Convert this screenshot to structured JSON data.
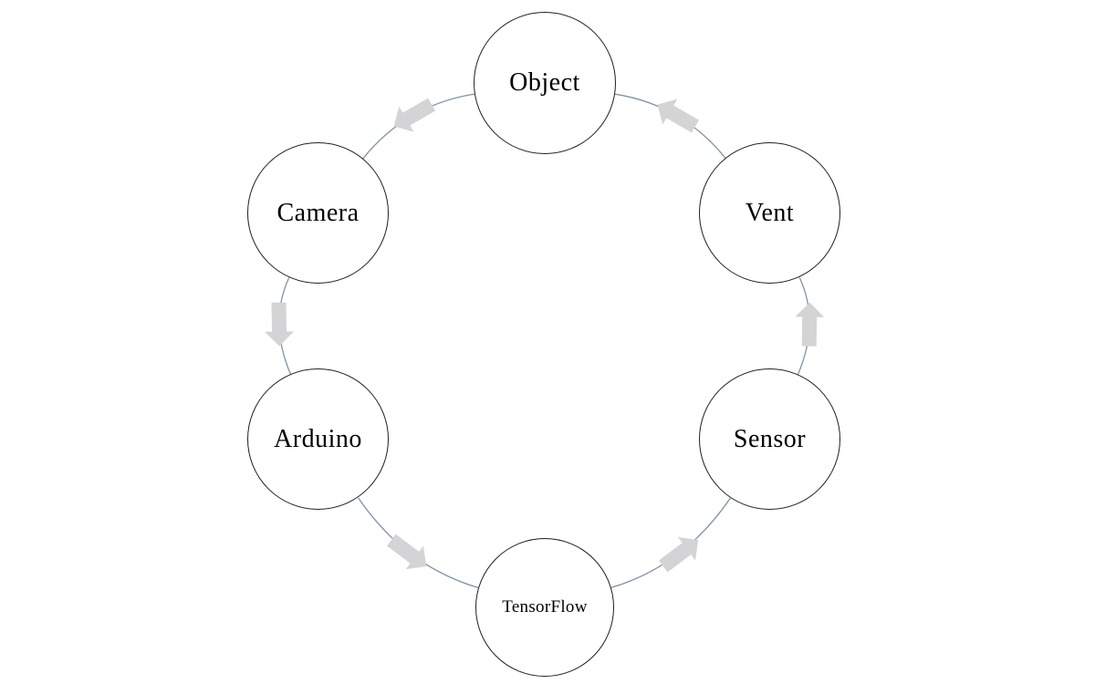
{
  "diagram": {
    "type": "cycle",
    "direction": "counterclockwise",
    "nodes": [
      {
        "id": "object",
        "label": "Object"
      },
      {
        "id": "camera",
        "label": "Camera"
      },
      {
        "id": "arduino",
        "label": "Arduino"
      },
      {
        "id": "tensorflow",
        "label": "TensorFlow"
      },
      {
        "id": "sensor",
        "label": "Sensor"
      },
      {
        "id": "vent",
        "label": "Vent"
      }
    ],
    "connections": [
      {
        "from": "Object",
        "to": "Camera"
      },
      {
        "from": "Camera",
        "to": "Arduino"
      },
      {
        "from": "Arduino",
        "to": "TensorFlow"
      },
      {
        "from": "TensorFlow",
        "to": "Sensor"
      },
      {
        "from": "Sensor",
        "to": "Vent"
      },
      {
        "from": "Vent",
        "to": "Object"
      }
    ],
    "colors": {
      "node_fill": "#ffffff",
      "node_border": "#1f1f1f",
      "connector": "#7e93a6",
      "arrow": "#d4d4d6",
      "text": "#000000"
    }
  }
}
